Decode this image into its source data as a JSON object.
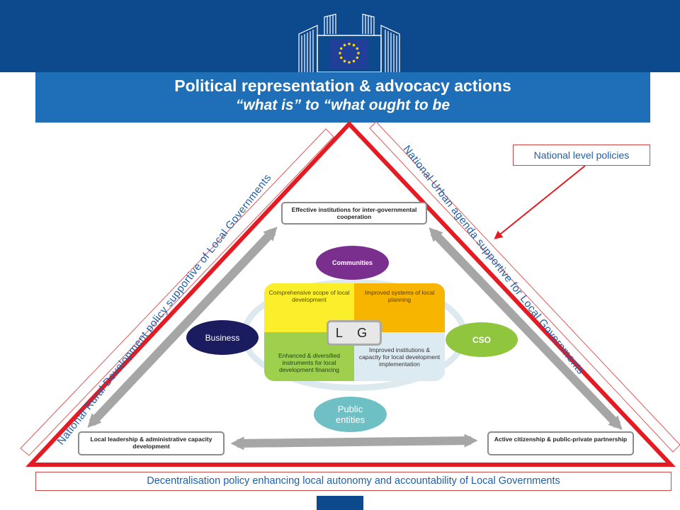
{
  "header": {
    "title": "Political representation & advocacy actions",
    "subtitle": "“what is” to “what ought to be"
  },
  "callouts": {
    "national_level": "National level policies",
    "decentralisation": "Decentralisation policy enhancing local autonomy and accountability of Local Governments"
  },
  "sides": {
    "left": "National Rural Development policy supportive of Local Governments",
    "right": "National Urban agenda supportive for Local Governments"
  },
  "boxes": {
    "top": "Effective institutions  for inter-governmental  cooperation",
    "left": "Local leadership  & administrative capacity development",
    "right": "Active citizenship  & public-private partnership"
  },
  "actors": {
    "communities": "Communities",
    "business": "Business",
    "cso": "CSO",
    "public": "Public entities"
  },
  "quadrants": {
    "top_left": "Comprehensive scope of local development",
    "top_right": "Improved systems of local planning",
    "bottom_left": "Enhanced & diversified instruments for local development financing",
    "bottom_right": "Improved institutions & capacity for local development implementation"
  },
  "center": "L G",
  "colors": {
    "eu_blue": "#0d4a8d",
    "title_blue": "#1f6fb8",
    "triangle_red": "#e51b23",
    "arrow_grey": "#a6a6a6"
  }
}
